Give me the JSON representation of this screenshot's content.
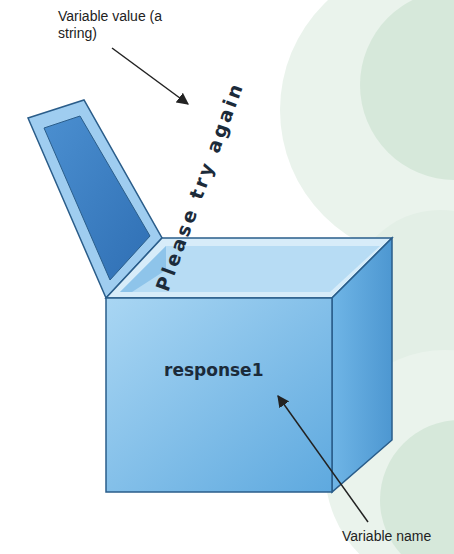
{
  "diagram": {
    "nodes": [
      {
        "text": [
          "response1"
        ]
      }
    ],
    "labels": [
      "Variable value (a string)",
      "Please try again",
      "Variable name"
    ]
  }
}
